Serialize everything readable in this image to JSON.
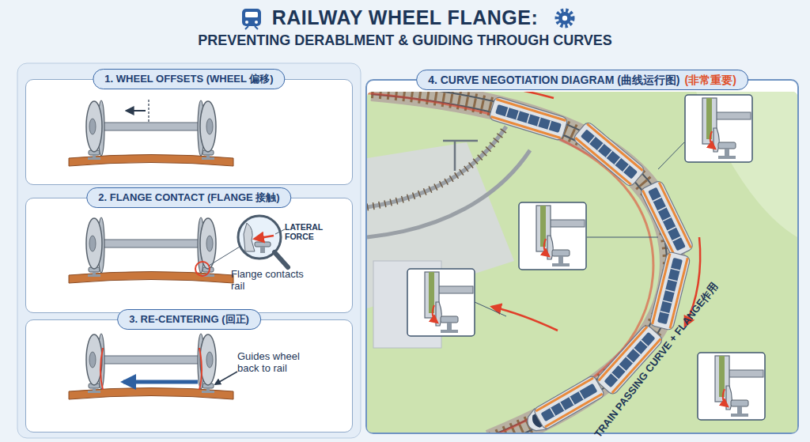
{
  "diagram": {
    "title": "RAILWAY WHEEL FLANGE:",
    "nodes": [
      {
        "text": [
          "1. WHEEL OFFSETS (WHEEL 偏移)"
        ]
      },
      {
        "text": [
          "2. FLANGE CONTACT (FLANGE 接触)"
        ]
      },
      {
        "text": [
          "3. RE-CENTERING (回正)"
        ]
      },
      {
        "text": [
          "4. CURVE NEGOTIATION DIAGRAM (曲线运行图)",
          "(非常重要)"
        ]
      }
    ],
    "labels": [
      "PREVENTING DERABLMENT & GUIDING THROUGH CURVES",
      "LATERAL FORCE",
      "Flange contacts rail",
      "Guides wheel back to rail",
      "TRAIN PASSING CURVE + FLANGE作用"
    ]
  }
}
